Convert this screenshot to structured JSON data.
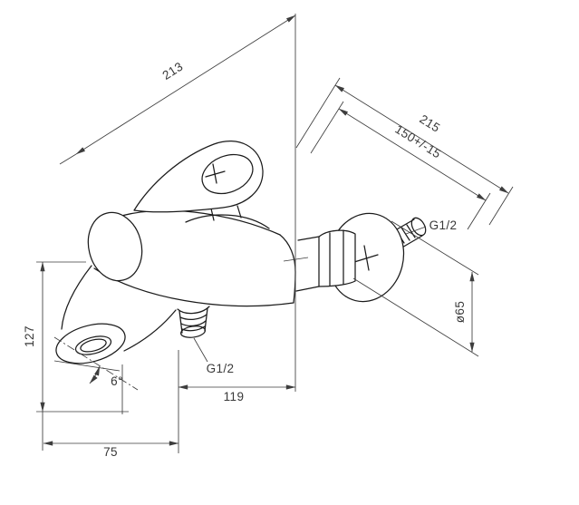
{
  "drawing": {
    "dim_213": "213",
    "dim_215": "215",
    "dim_150": "150+/-15",
    "thread_right": "G1/2",
    "dim_dia65": "ø65",
    "dim_127": "127",
    "dim_angle": "6°",
    "dim_119": "119",
    "dim_75": "75",
    "thread_bottom": "G1/2"
  }
}
